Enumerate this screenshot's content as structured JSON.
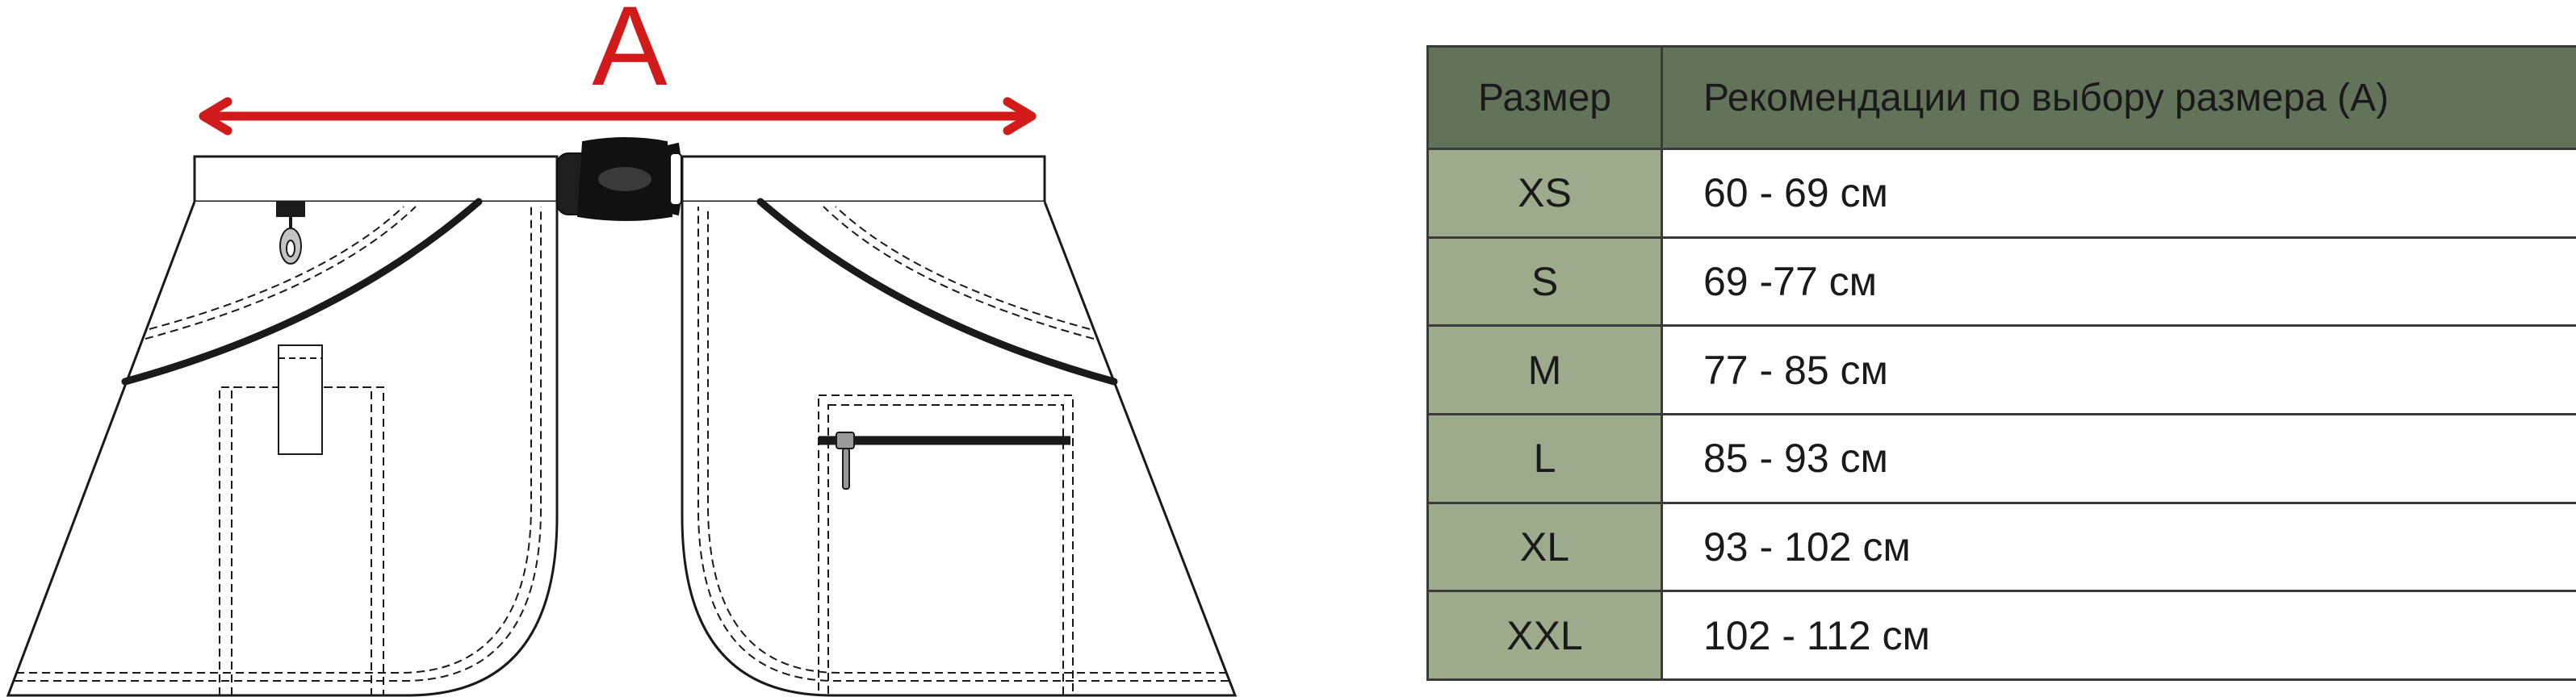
{
  "dimension_label": "A",
  "colors": {
    "arrow": "#d11a1a",
    "header_bg": "#637359",
    "size_cell_bg": "#9dab8c",
    "outline": "#1a1a1a"
  },
  "table": {
    "headers": [
      "Размер",
      "Рекомендации по выбору размера (A)"
    ],
    "rows": [
      {
        "size": "XS",
        "range": "60 - 69 см"
      },
      {
        "size": "S",
        "range": "69 -77 см"
      },
      {
        "size": "M",
        "range": "77 - 85 см"
      },
      {
        "size": "L",
        "range": "85 - 93 см"
      },
      {
        "size": "XL",
        "range": "93 - 102 см"
      },
      {
        "size": "XXL",
        "range": "102 - 112 см"
      }
    ]
  }
}
